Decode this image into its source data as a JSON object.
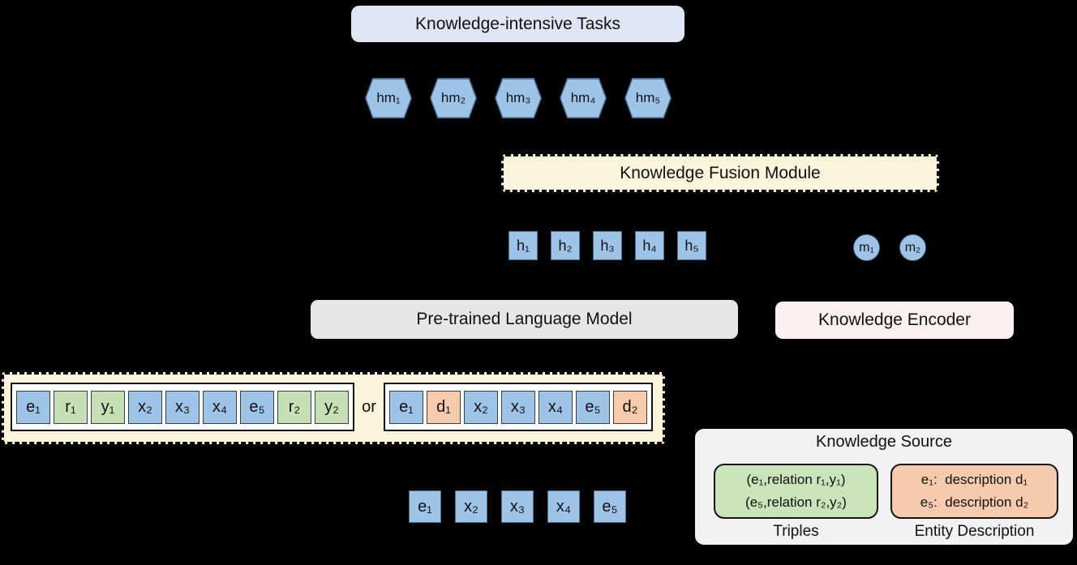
{
  "diagram": {
    "top_box_label": "Knowledge-intensive Tasks",
    "fusion_box_label": "Knowledge Fusion Module",
    "plm_box_label": "Pre-trained Language Model",
    "encoder_box_label": "Knowledge Encoder",
    "or_label": "or",
    "hexagons": [
      "hm₁",
      "hm₂",
      "hm₃",
      "hm₄",
      "hm₅"
    ],
    "h_tokens": [
      "h₁",
      "h₂",
      "h₃",
      "h₄",
      "h₅"
    ],
    "m_tokens": [
      "m₁",
      "m₂"
    ],
    "sequence_a": [
      {
        "label": "e₁",
        "type": "entity"
      },
      {
        "label": "r₁",
        "type": "relation"
      },
      {
        "label": "y₁",
        "type": "relation"
      },
      {
        "label": "x₂",
        "type": "text"
      },
      {
        "label": "x₃",
        "type": "text"
      },
      {
        "label": "x₄",
        "type": "text"
      },
      {
        "label": "e₅",
        "type": "entity"
      },
      {
        "label": "r₂",
        "type": "relation"
      },
      {
        "label": "y₂",
        "type": "relation"
      }
    ],
    "sequence_b": [
      {
        "label": "e₁",
        "type": "entity"
      },
      {
        "label": "d₁",
        "type": "description"
      },
      {
        "label": "x₂",
        "type": "text"
      },
      {
        "label": "x₃",
        "type": "text"
      },
      {
        "label": "x₄",
        "type": "text"
      },
      {
        "label": "e₅",
        "type": "entity"
      },
      {
        "label": "d₂",
        "type": "description"
      }
    ],
    "input_tokens": [
      "e₁",
      "x₂",
      "x₃",
      "x₄",
      "e₅"
    ],
    "knowledge_source": {
      "title": "Knowledge Source",
      "triples_line1": "(e₁,relation r₁,y₁)",
      "triples_line2": "(e₅,relation r₂,y₂)",
      "triples_label": "Triples",
      "desc_line1": "e₁:  description d₁",
      "desc_line2": "e₅:  description d₂",
      "desc_label": "Entity Description"
    },
    "colors": {
      "background": "#000000",
      "task_box": "#dfe5f4",
      "fusion_cream": "#faf4da",
      "blue_token": "#9dc3e6",
      "green_token": "#c5e0b4",
      "orange_token": "#f8cbad",
      "plm_gray": "#e7e6e6",
      "encoder_pink": "#fcf1f0",
      "source_gray": "#f2f2f2"
    }
  }
}
